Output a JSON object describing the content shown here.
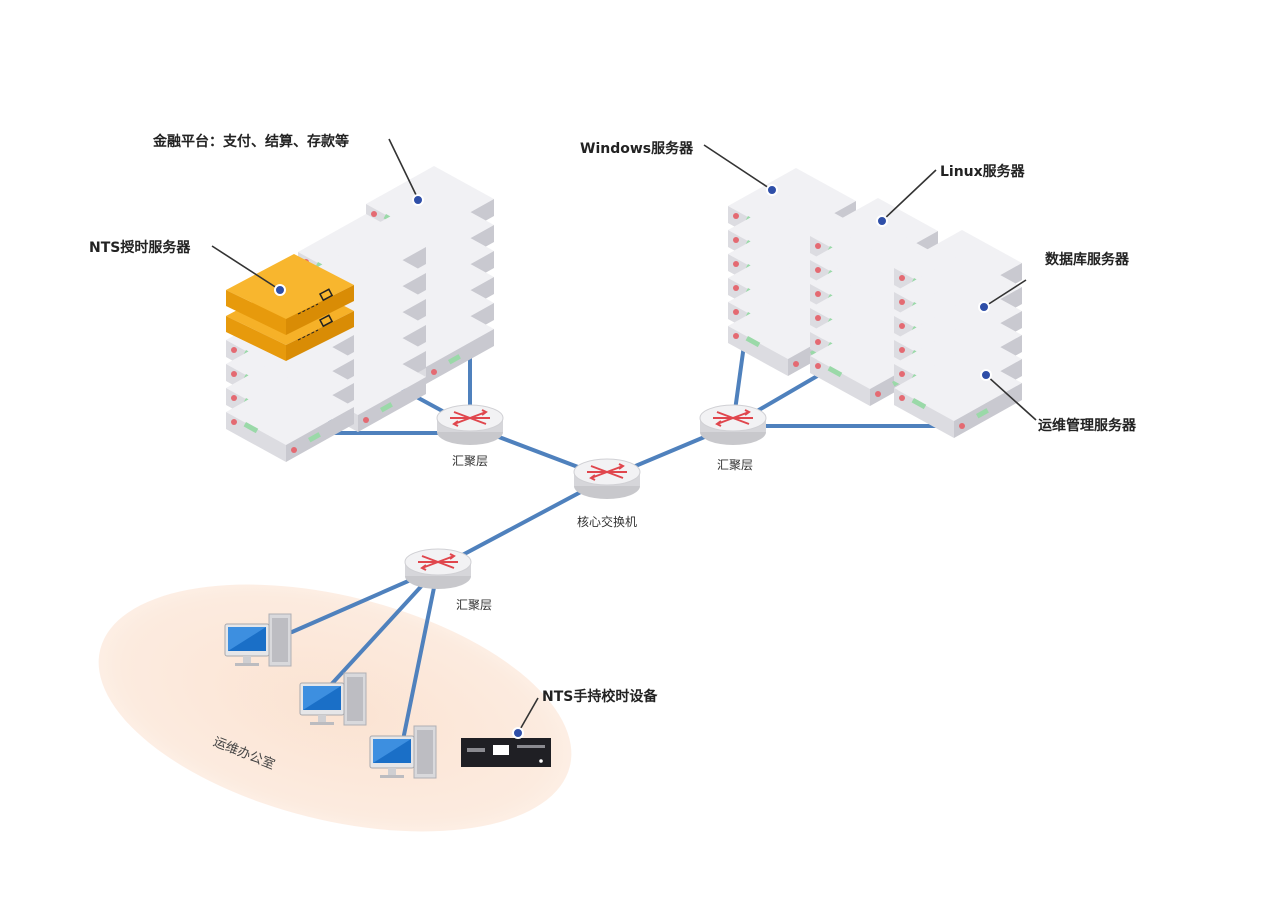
{
  "labels": {
    "finance_platform": "金融平台：支付、结算、存款等",
    "nts_timing_server": "NTS授时服务器",
    "windows_server": "Windows服务器",
    "linux_server": "Linux服务器",
    "database_server": "数据库服务器",
    "ops_management_server": "运维管理服务器",
    "nts_handheld_device": "NTS手持校时设备",
    "aggregation_left": "汇聚层",
    "aggregation_right": "汇聚层",
    "aggregation_bottom": "汇聚层",
    "core_switch": "核心交换机",
    "ops_office": "运维办公室"
  },
  "colors": {
    "link": "#4f81bd",
    "server_body": "#e6e6ea",
    "nts_server": "#f4a300",
    "office_zone": "#fbe0cc",
    "callout_dot": "#2f4fa8"
  },
  "icons": {
    "router": "router-icon",
    "server": "server-rack-icon",
    "computer": "desktop-computer-icon",
    "device": "handheld-timing-device-icon"
  }
}
